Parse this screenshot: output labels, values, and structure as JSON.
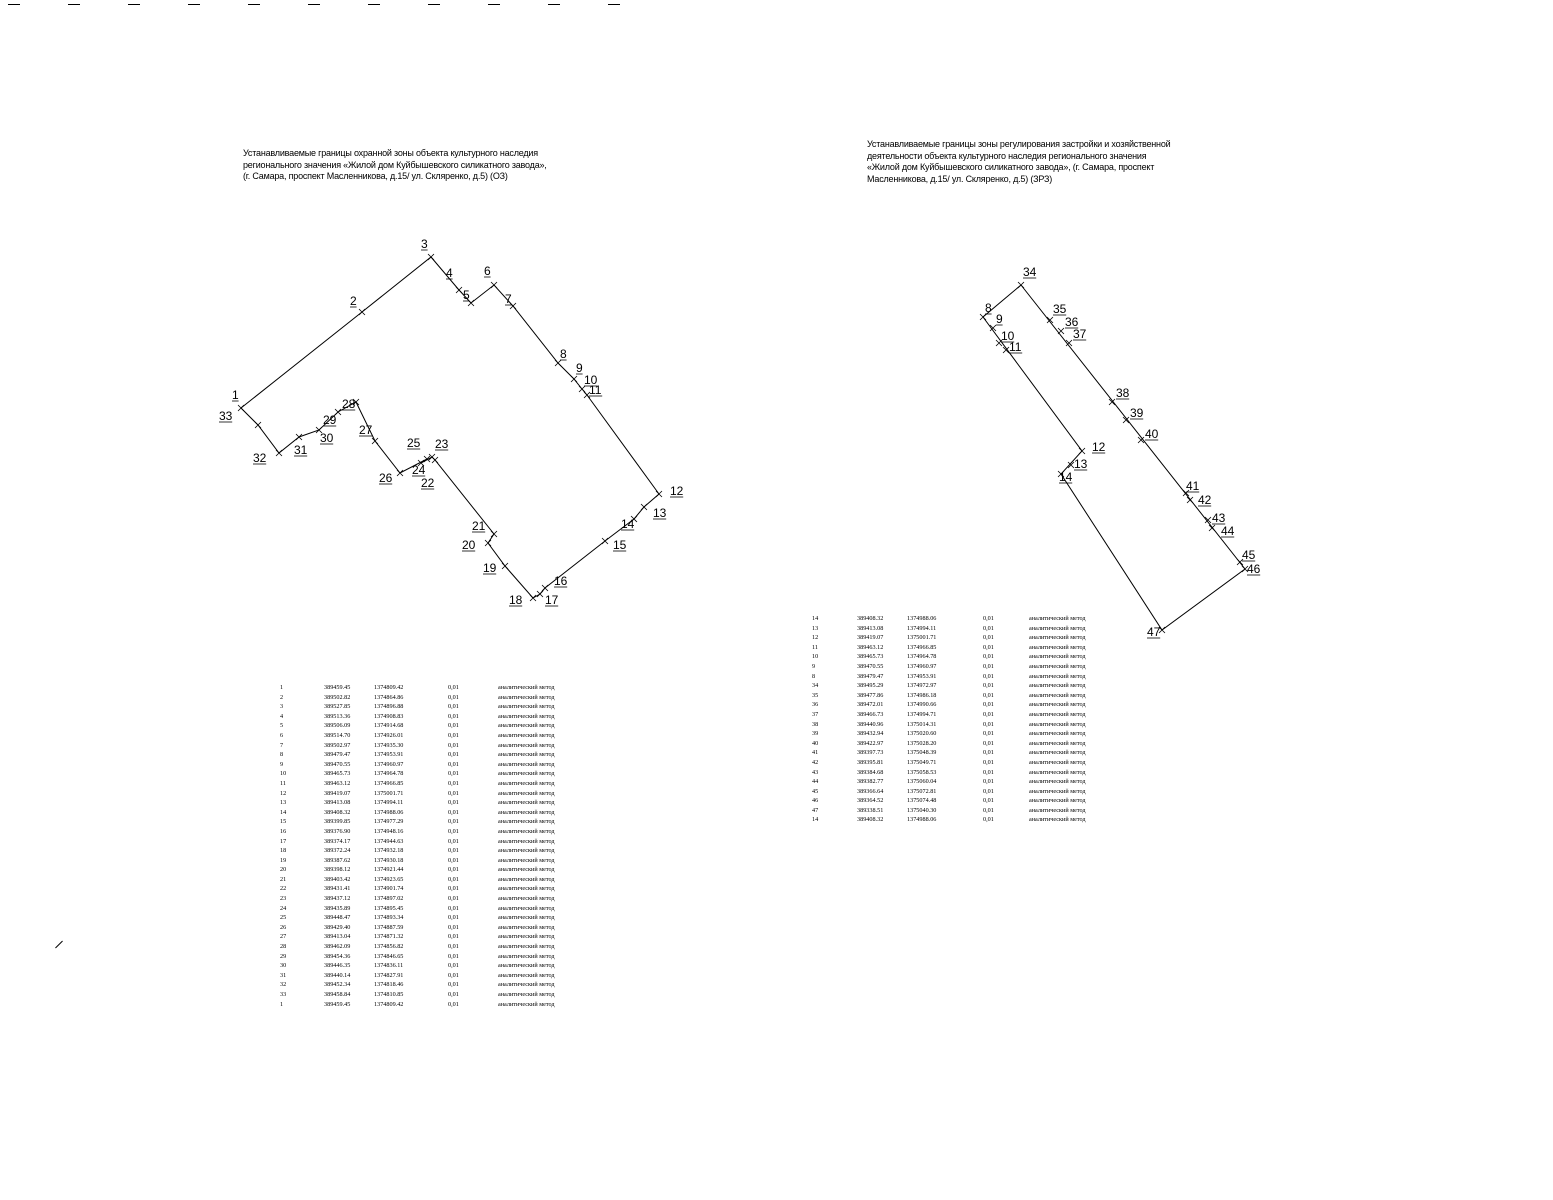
{
  "left_title": {
    "lines": [
      "Устанавливаемые границы охранной зоны объекта культурного наследия",
      "регионального значения «Жилой дом Куйбышевского силикатного завода»,",
      "(г. Самара, проспект Масленникова, д.15/ ул. Скляренко, д.5) (ОЗ)"
    ]
  },
  "right_title": {
    "lines": [
      "Устанавливаемые границы зоны регулирования застройки и хозяйственной",
      "деятельности объекта культурного наследия регионального значения",
      "«Жилой дом Куйбышевского силикатного завода», (г. Самара, проспект",
      "Масленникова, д.15/ ул. Скляренко, д.5) (ЗРЗ)"
    ]
  },
  "left_plan": {
    "point_labels": [
      "1",
      "2",
      "3",
      "4",
      "5",
      "6",
      "7",
      "8",
      "9",
      "10",
      "11",
      "12",
      "13",
      "14",
      "15",
      "16",
      "17",
      "18",
      "19",
      "20",
      "21",
      "22",
      "23",
      "24",
      "25",
      "26",
      "27",
      "28",
      "29",
      "30",
      "31",
      "32",
      "33"
    ]
  },
  "right_plan": {
    "point_labels": [
      "8",
      "9",
      "10",
      "11",
      "34",
      "35",
      "36",
      "37",
      "38",
      "39",
      "40",
      "12",
      "13",
      "14",
      "41",
      "42",
      "43",
      "44",
      "45",
      "46",
      "47"
    ]
  },
  "left_table": {
    "rows": [
      [
        "1",
        "389459.45",
        "1374809.42",
        "0,01",
        "аналитический метод"
      ],
      [
        "2",
        "389502.82",
        "1374864.86",
        "0,01",
        "аналитический метод"
      ],
      [
        "3",
        "389527.85",
        "1374896.88",
        "0,01",
        "аналитический метод"
      ],
      [
        "4",
        "389513.36",
        "1374908.83",
        "0,01",
        "аналитический метод"
      ],
      [
        "5",
        "389506.09",
        "1374914.68",
        "0,01",
        "аналитический метод"
      ],
      [
        "6",
        "389514.70",
        "1374926.01",
        "0,01",
        "аналитический метод"
      ],
      [
        "7",
        "389502.97",
        "1374935.30",
        "0,01",
        "аналитический метод"
      ],
      [
        "8",
        "389479.47",
        "1374953.91",
        "0,01",
        "аналитический метод"
      ],
      [
        "9",
        "389470.55",
        "1374960.97",
        "0,01",
        "аналитический метод"
      ],
      [
        "10",
        "389465.73",
        "1374964.78",
        "0,01",
        "аналитический метод"
      ],
      [
        "11",
        "389463.12",
        "1374966.85",
        "0,01",
        "аналитический метод"
      ],
      [
        "12",
        "389419.07",
        "1375001.71",
        "0,01",
        "аналитический метод"
      ],
      [
        "13",
        "389413.08",
        "1374994.11",
        "0,01",
        "аналитический метод"
      ],
      [
        "14",
        "389408.32",
        "1374988.06",
        "0,01",
        "аналитический метод"
      ],
      [
        "15",
        "389399.85",
        "1374977.29",
        "0,01",
        "аналитический метод"
      ],
      [
        "16",
        "389376.90",
        "1374948.16",
        "0,01",
        "аналитический метод"
      ],
      [
        "17",
        "389374.17",
        "1374944.63",
        "0,01",
        "аналитический метод"
      ],
      [
        "18",
        "389372.24",
        "1374932.18",
        "0,01",
        "аналитический метод"
      ],
      [
        "19",
        "389387.62",
        "1374930.18",
        "0,01",
        "аналитический метод"
      ],
      [
        "20",
        "389398.12",
        "1374921.44",
        "0,01",
        "аналитический метод"
      ],
      [
        "21",
        "389403.42",
        "1374923.65",
        "0,01",
        "аналитический метод"
      ],
      [
        "22",
        "389431.41",
        "1374901.74",
        "0,01",
        "аналитический метод"
      ],
      [
        "23",
        "389437.12",
        "1374897.02",
        "0,01",
        "аналитический метод"
      ],
      [
        "24",
        "389435.89",
        "1374895.45",
        "0,01",
        "аналитический метод"
      ],
      [
        "25",
        "389448.47",
        "1374893.34",
        "0,01",
        "аналитический метод"
      ],
      [
        "26",
        "389429.40",
        "1374887.59",
        "0,01",
        "аналитический метод"
      ],
      [
        "27",
        "389413.04",
        "1374871.32",
        "0,01",
        "аналитический метод"
      ],
      [
        "28",
        "389462.09",
        "1374856.82",
        "0,01",
        "аналитический метод"
      ],
      [
        "29",
        "389454.36",
        "1374846.65",
        "0,01",
        "аналитический метод"
      ],
      [
        "30",
        "389446.35",
        "1374836.11",
        "0,01",
        "аналитический метод"
      ],
      [
        "31",
        "389440.14",
        "1374827.91",
        "0,01",
        "аналитический метод"
      ],
      [
        "32",
        "389452.34",
        "1374818.46",
        "0,01",
        "аналитический метод"
      ],
      [
        "33",
        "389458.84",
        "1374810.85",
        "0,01",
        "аналитический метод"
      ],
      [
        "1",
        "389459.45",
        "1374809.42",
        "0,01",
        "аналитический метод"
      ]
    ]
  },
  "right_table": {
    "rows": [
      [
        "14",
        "389408.32",
        "1374988.06",
        "0,01",
        "аналитический метод"
      ],
      [
        "13",
        "389413.08",
        "1374994.11",
        "0,01",
        "аналитический метод"
      ],
      [
        "12",
        "389419.07",
        "1375001.71",
        "0,01",
        "аналитический метод"
      ],
      [
        "11",
        "389463.12",
        "1374966.85",
        "0,01",
        "аналитический метод"
      ],
      [
        "10",
        "389465.73",
        "1374964.78",
        "0,01",
        "аналитический метод"
      ],
      [
        "9",
        "389470.55",
        "1374960.97",
        "0,01",
        "аналитический метод"
      ],
      [
        "8",
        "389479.47",
        "1374953.91",
        "0,01",
        "аналитический метод"
      ],
      [
        "34",
        "389495.29",
        "1374972.97",
        "0,01",
        "аналитический метод"
      ],
      [
        "35",
        "389477.86",
        "1374986.18",
        "0,01",
        "аналитический метод"
      ],
      [
        "36",
        "389472.01",
        "1374990.66",
        "0,01",
        "аналитический метод"
      ],
      [
        "37",
        "389466.73",
        "1374994.71",
        "0,01",
        "аналитический метод"
      ],
      [
        "38",
        "389440.96",
        "1375014.31",
        "0,01",
        "аналитический метод"
      ],
      [
        "39",
        "389432.94",
        "1375020.60",
        "0,01",
        "аналитический метод"
      ],
      [
        "40",
        "389422.97",
        "1375028.20",
        "0,01",
        "аналитический метод"
      ],
      [
        "41",
        "389397.73",
        "1375048.39",
        "0,01",
        "аналитический метод"
      ],
      [
        "42",
        "389395.81",
        "1375049.71",
        "0,01",
        "аналитический метод"
      ],
      [
        "43",
        "389384.68",
        "1375058.53",
        "0,01",
        "аналитический метод"
      ],
      [
        "44",
        "389382.77",
        "1375060.04",
        "0,01",
        "аналитический метод"
      ],
      [
        "45",
        "389366.64",
        "1375072.81",
        "0,01",
        "аналитический метод"
      ],
      [
        "46",
        "389364.52",
        "1375074.48",
        "0,01",
        "аналитический метод"
      ],
      [
        "47",
        "389338.51",
        "1375040.30",
        "0,01",
        "аналитический метод"
      ],
      [
        "14",
        "389408.32",
        "1374988.06",
        "0,01",
        "аналитический метод"
      ]
    ]
  }
}
